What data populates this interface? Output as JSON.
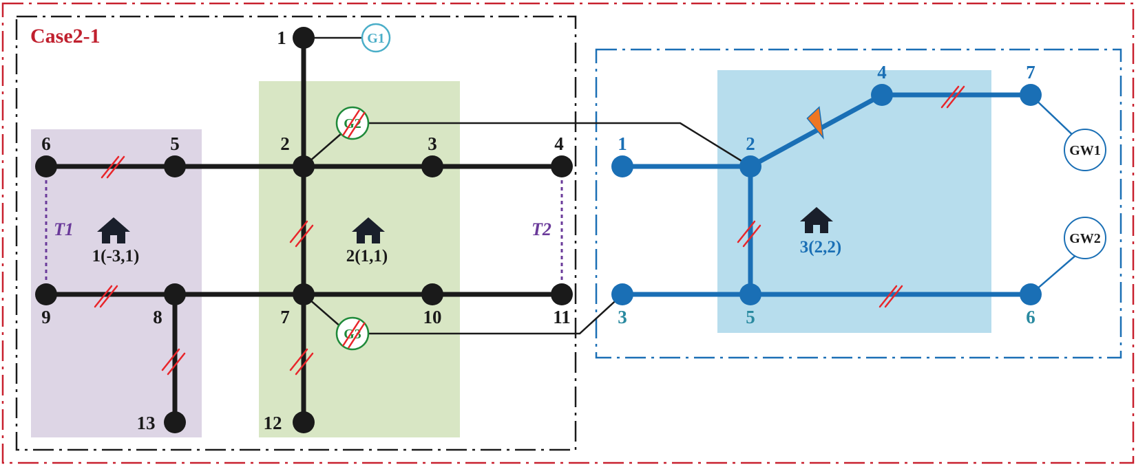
{
  "title": "Case2-1",
  "colors": {
    "outer_border": "#c8202e",
    "power_border": "#1a1a1a",
    "gas_border": "#1a6fb5",
    "power_line": "#1a1a1a",
    "gas_line": "#1a6fb5",
    "fault_mark": "#e8252a",
    "area1_fill": "#ddd5e5",
    "area2_fill": "#d8e6c4",
    "area3_fill": "#b7dded",
    "tie_line": "#6a3a9a",
    "g1": "#4aaec8",
    "g23": "#1f8a3a",
    "compressor": "#ef7622"
  },
  "areas": [
    {
      "id": "area1",
      "label": "1(-3,1)",
      "icon": "house-icon"
    },
    {
      "id": "area2",
      "label": "2(1,1)",
      "icon": "house-icon"
    },
    {
      "id": "area3",
      "label": "3(2,2)",
      "icon": "house-icon"
    }
  ],
  "tie_switches": [
    {
      "id": "T1",
      "label": "T1",
      "between": [
        "6",
        "9"
      ]
    },
    {
      "id": "T2",
      "label": "T2",
      "between": [
        "4",
        "11"
      ]
    }
  ],
  "power_nodes": [
    "1",
    "2",
    "3",
    "4",
    "5",
    "6",
    "7",
    "8",
    "9",
    "10",
    "11",
    "12",
    "13"
  ],
  "power_branches": [
    [
      "1",
      "2"
    ],
    [
      "2",
      "7"
    ],
    [
      "7",
      "12"
    ],
    [
      "6",
      "5"
    ],
    [
      "5",
      "2"
    ],
    [
      "2",
      "3"
    ],
    [
      "3",
      "4"
    ],
    [
      "9",
      "8"
    ],
    [
      "8",
      "7"
    ],
    [
      "7",
      "10"
    ],
    [
      "10",
      "11"
    ],
    [
      "8",
      "13"
    ]
  ],
  "power_faulted_branches": [
    [
      "6",
      "5"
    ],
    [
      "2",
      "7"
    ],
    [
      "9",
      "8"
    ],
    [
      "7",
      "12"
    ],
    [
      "8",
      "13"
    ]
  ],
  "gas_nodes": [
    "1",
    "2",
    "3",
    "4",
    "5",
    "6",
    "7"
  ],
  "gas_branches": [
    [
      "1",
      "2"
    ],
    [
      "2",
      "4"
    ],
    [
      "4",
      "7"
    ],
    [
      "2",
      "5"
    ],
    [
      "3",
      "5"
    ],
    [
      "5",
      "6"
    ]
  ],
  "gas_faulted_branches": [
    [
      "4",
      "7"
    ],
    [
      "2",
      "5"
    ],
    [
      "5",
      "6"
    ]
  ],
  "generators": [
    {
      "id": "G1",
      "label": "G1",
      "bus": "1",
      "status": "online"
    },
    {
      "id": "G2",
      "label": "G2",
      "bus": "2",
      "status": "outage",
      "gas_node": "2"
    },
    {
      "id": "G3",
      "label": "G3",
      "bus": "7",
      "status": "outage",
      "gas_node": "3"
    }
  ],
  "gas_wells": [
    {
      "id": "GW1",
      "label": "GW1",
      "node": "7"
    },
    {
      "id": "GW2",
      "label": "GW2",
      "node": "6"
    }
  ],
  "compressor": {
    "name": "compressor-icon",
    "between": [
      "2",
      "4"
    ]
  }
}
